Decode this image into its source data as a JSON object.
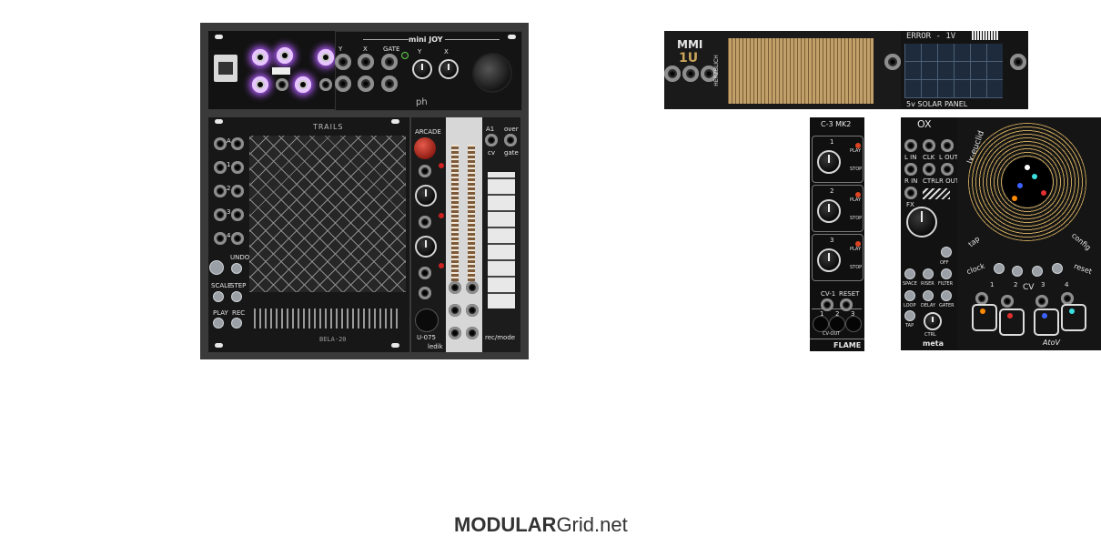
{
  "rack_left": {
    "mini_joy": {
      "title": "mini JOY",
      "labels": [
        "Y",
        "X",
        "GATE",
        "Y",
        "X"
      ],
      "brand_mark": "ph"
    },
    "trails": {
      "title": "TRAILS",
      "side_labels": [
        "A",
        "1",
        "2",
        "3",
        "4"
      ],
      "buttons": [
        "UNDO",
        "SCALE",
        "STEP",
        "PLAY",
        "REC"
      ],
      "footer": "BELA-20"
    },
    "arcade": {
      "title": "ARCADE",
      "footer": "U-075",
      "brand": "ledik"
    },
    "rec_mode": {
      "top_labels": [
        "A1",
        "over",
        "cv",
        "gate"
      ],
      "footer": "rec/mode"
    }
  },
  "rack_right_top": {
    "mmi": {
      "title": "MMI",
      "size": "1U",
      "vertical_label": "HERZBLICH"
    },
    "solar": {
      "display": "ERROR - 1V",
      "footer": "5v SOLAR PANEL"
    }
  },
  "flame": {
    "title": "C-3 MK2",
    "channels": [
      "1",
      "2",
      "3"
    ],
    "side_labels": [
      "PLAY",
      "STOP"
    ],
    "bottom_labels": [
      "CV-1",
      "RESET"
    ],
    "jack_numbers": [
      "1",
      "2",
      "3"
    ],
    "cv_out": "CV-OUT",
    "brand": "FLAME"
  },
  "meta": {
    "logo": "OX",
    "jack_labels": [
      "L IN",
      "CLK",
      "L OUT",
      "R IN",
      "CTRL",
      "R OUT",
      "FX"
    ],
    "buttons": [
      "OFF",
      "SPACE",
      "RISER",
      "FILTER",
      "LOOP",
      "DELAY",
      "GATER",
      "TAP"
    ],
    "ctrl": "CTRL",
    "brand": "meta"
  },
  "euclid": {
    "title": "lx-euclid",
    "labels": [
      "tap",
      "config",
      "clock",
      "reset",
      "CV"
    ],
    "numbers": [
      "1",
      "2",
      "3",
      "4"
    ],
    "signature": "AtoV"
  },
  "footer_logo": {
    "bold": "MODULAR",
    "rest": "Grid.net"
  },
  "colors": {
    "brass": "#c9a55a",
    "led_purple": "#d988ff",
    "case": "#3a3a3a"
  }
}
